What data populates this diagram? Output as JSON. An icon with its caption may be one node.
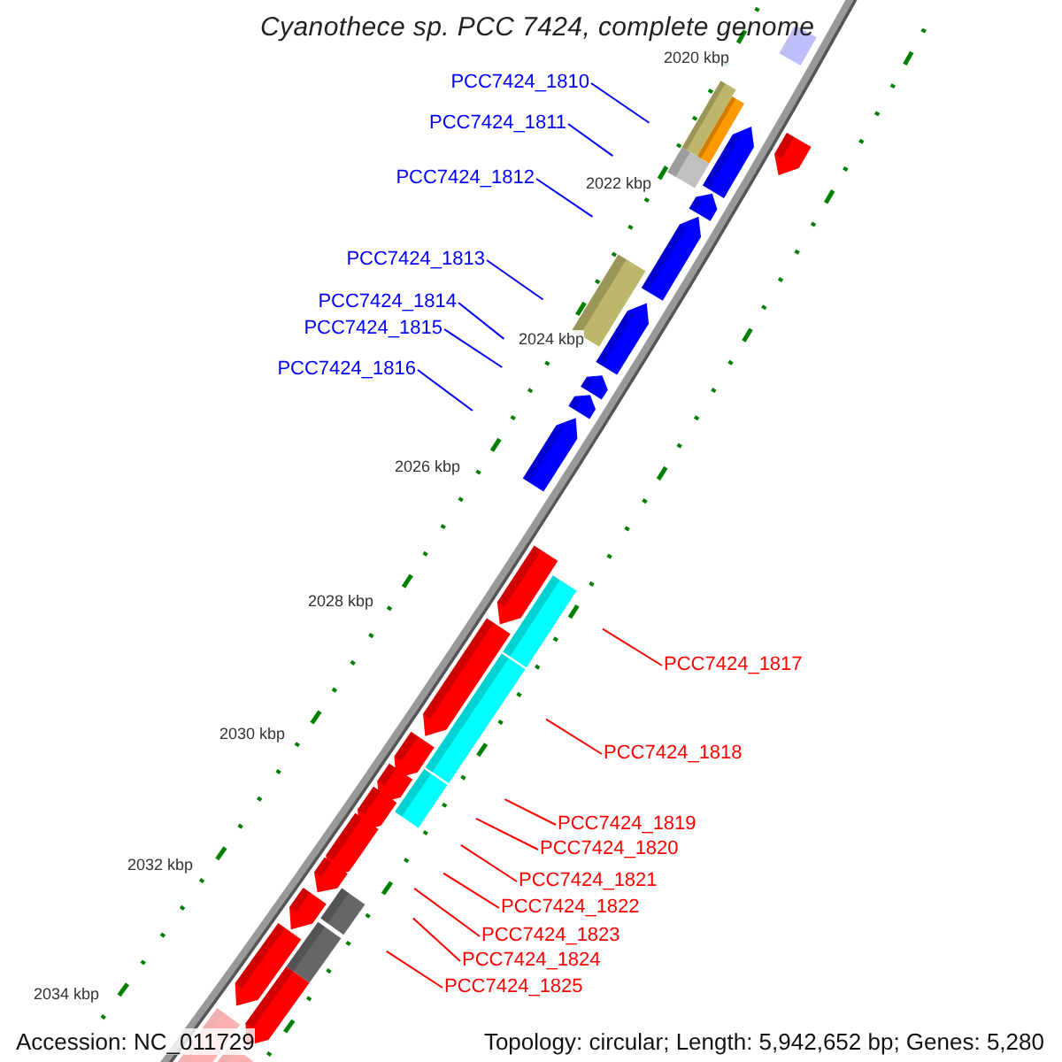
{
  "diagram": {
    "title": "Cyanothece sp. PCC 7424, complete genome",
    "nodes": [
      {
        "text": [
          "PCC7424_1810"
        ]
      },
      {
        "text": [
          "PCC7424_1811"
        ]
      },
      {
        "text": [
          "PCC7424_1812"
        ]
      },
      {
        "text": [
          "PCC7424_1813"
        ]
      },
      {
        "text": [
          "PCC7424_1814"
        ]
      },
      {
        "text": [
          "PCC7424_1815"
        ]
      },
      {
        "text": [
          "PCC7424_1816"
        ]
      },
      {
        "text": [
          "PCC7424_1817"
        ]
      },
      {
        "text": [
          "PCC7424_1818"
        ]
      },
      {
        "text": [
          "PCC7424_1819"
        ]
      },
      {
        "text": [
          "PCC7424_1820"
        ]
      },
      {
        "text": [
          "PCC7424_1821"
        ]
      },
      {
        "text": [
          "PCC7424_1822"
        ]
      },
      {
        "text": [
          "PCC7424_1823"
        ]
      },
      {
        "text": [
          "PCC7424_1824"
        ]
      },
      {
        "text": [
          "PCC7424_1825"
        ]
      }
    ],
    "edges": [
      {
        "from": 0,
        "to": null,
        "arrow": "none",
        "color": "#0000ff"
      },
      {
        "from": 1,
        "to": null,
        "arrow": "none",
        "color": "#0000ff"
      },
      {
        "from": 2,
        "to": null,
        "arrow": "none",
        "color": "#0000ff"
      },
      {
        "from": 3,
        "to": null,
        "arrow": "none",
        "color": "#0000ff"
      },
      {
        "from": 4,
        "to": null,
        "arrow": "none",
        "color": "#0000ff"
      },
      {
        "from": 5,
        "to": null,
        "arrow": "none",
        "color": "#0000ff"
      },
      {
        "from": 6,
        "to": null,
        "arrow": "none",
        "color": "#0000ff"
      },
      {
        "from": 7,
        "to": null,
        "arrow": "none",
        "color": "#ff0000"
      },
      {
        "from": 8,
        "to": null,
        "arrow": "none",
        "color": "#ff0000"
      },
      {
        "from": 9,
        "to": null,
        "arrow": "none",
        "color": "#ff0000"
      },
      {
        "from": 10,
        "to": null,
        "arrow": "none",
        "color": "#ff0000"
      },
      {
        "from": 11,
        "to": null,
        "arrow": "none",
        "color": "#ff0000"
      },
      {
        "from": 12,
        "to": null,
        "arrow": "none",
        "color": "#ff0000"
      },
      {
        "from": 13,
        "to": null,
        "arrow": "none",
        "color": "#ff0000"
      },
      {
        "from": 14,
        "to": null,
        "arrow": "none",
        "color": "#ff0000"
      },
      {
        "from": 15,
        "to": null,
        "arrow": "none",
        "color": "#ff0000"
      }
    ],
    "labels": [
      "2020 kbp",
      "2022 kbp",
      "2024 kbp",
      "2026 kbp",
      "2028 kbp",
      "2030 kbp",
      "2032 kbp",
      "2034 kbp",
      "Accession: NC_011729",
      "Topology: circular; Length: 5,942,652 bp; Genes: 5,280"
    ]
  }
}
